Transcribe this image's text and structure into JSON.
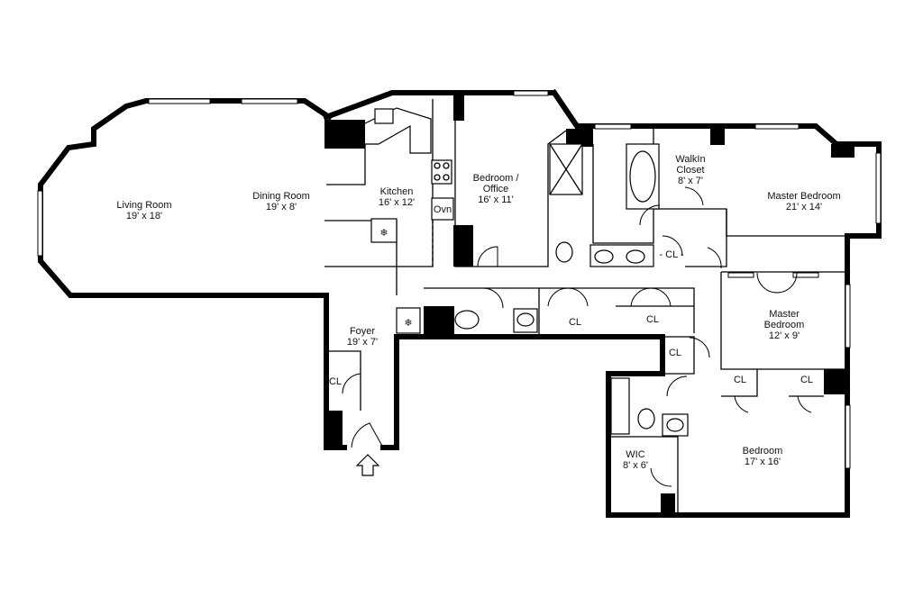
{
  "rooms": {
    "living": {
      "name": "Living Room",
      "dims": "19' x 18'"
    },
    "dining": {
      "name": "Dining Room",
      "dims": "19' x 8'"
    },
    "kitchen": {
      "name": "Kitchen",
      "dims": "16' x 12'"
    },
    "office": {
      "name": "Bedroom /",
      "name2": "Office",
      "dims": "16' x 11'"
    },
    "walkin": {
      "name": "WalkIn",
      "name2": "Closet",
      "dims": "8' x 7'"
    },
    "master": {
      "name": "Master Bedroom",
      "dims": "21' x 14'"
    },
    "master2": {
      "name": "Master",
      "name2": "Bedroom",
      "dims": "12' x 9'"
    },
    "foyer": {
      "name": "Foyer",
      "dims": "19' x 7'"
    },
    "bedroom": {
      "name": "Bedroom",
      "dims": "17' x 16'"
    },
    "wic": {
      "name": "WIC",
      "dims": "8' x 6'"
    }
  },
  "closets": {
    "hall1": "CL",
    "hall2": "CL",
    "master_cl": "- CL -",
    "master_entry": "CL",
    "master2_a": "CL",
    "master2_b": "CL",
    "foyer_cl": "CL"
  },
  "appliances": {
    "oven": "Ovn"
  },
  "icons": {
    "entry": "entry-arrow-icon",
    "fridge": "snowflake-icon"
  }
}
